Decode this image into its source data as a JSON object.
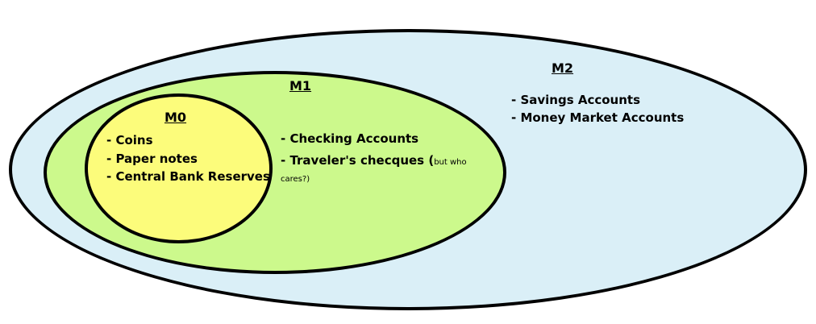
{
  "colors": {
    "m2_fill": "#daeff7",
    "m1_fill": "#ccf98c",
    "m0_fill": "#fcfc7b",
    "outline": "#000000"
  },
  "m2": {
    "title": "M2",
    "items": [
      "- Savings Accounts",
      "- Money Market Accounts"
    ]
  },
  "m1": {
    "title": "M1",
    "items": [
      "- Checking Accounts"
    ],
    "travelers_main": "- Traveler's checques (",
    "travelers_aside": "but who cares?)"
  },
  "m0": {
    "title": "M0",
    "items": [
      "- Coins",
      "- Paper notes",
      "- Central Bank Reserves"
    ]
  }
}
